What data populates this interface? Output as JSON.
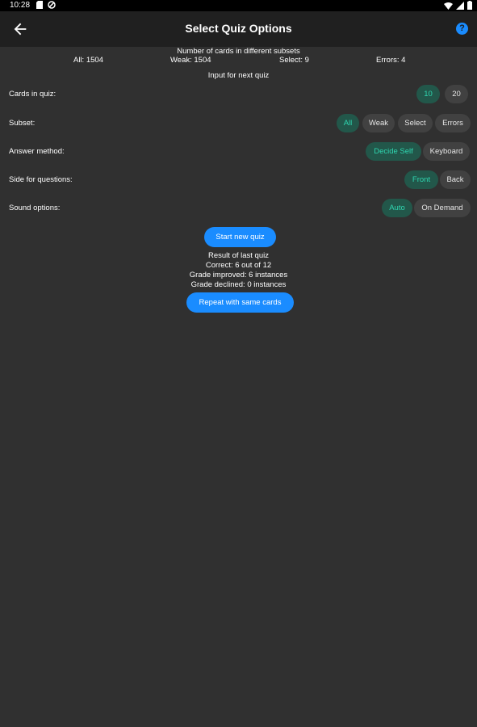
{
  "status_bar": {
    "time": "10:28"
  },
  "app_bar": {
    "title": "Select Quiz Options",
    "help_symbol": "?"
  },
  "counts": {
    "heading": "Number of cards in different subsets",
    "all": "All: 1504",
    "weak": "Weak: 1504",
    "select": "Select: 9",
    "errors": "Errors: 4"
  },
  "input_heading": "Input for next quiz",
  "options": {
    "cards_in_quiz": {
      "label": "Cards in quiz:",
      "choices": [
        "10",
        "20"
      ],
      "selected": "10"
    },
    "subset": {
      "label": "Subset:",
      "choices": [
        "All",
        "Weak",
        "Select",
        "Errors"
      ],
      "selected": "All"
    },
    "answer_method": {
      "label": "Answer method:",
      "choices": [
        "Decide Self",
        "Keyboard"
      ],
      "selected": "Decide Self"
    },
    "side_for_questions": {
      "label": "Side for questions:",
      "choices": [
        "Front",
        "Back"
      ],
      "selected": "Front"
    },
    "sound_options": {
      "label": "Sound options:",
      "choices": [
        "Auto",
        "On Demand"
      ],
      "selected": "Auto"
    }
  },
  "start_button": "Start new quiz",
  "result": {
    "heading": "Result of last quiz",
    "correct": "Correct: 6 out of 12",
    "improved": "Grade improved: 6 instances",
    "declined": "Grade declined: 0 instances"
  },
  "repeat_button": "Repeat with same cards",
  "colors": {
    "background": "#303030",
    "app_bar": "#202020",
    "chip": "#414141",
    "chip_selected_bg": "#22574a",
    "chip_selected_text": "#2fd6b0",
    "accent": "#1a8cff"
  },
  "icons": [
    "back-arrow-icon",
    "help-icon",
    "wifi-icon",
    "battery-icon"
  ]
}
